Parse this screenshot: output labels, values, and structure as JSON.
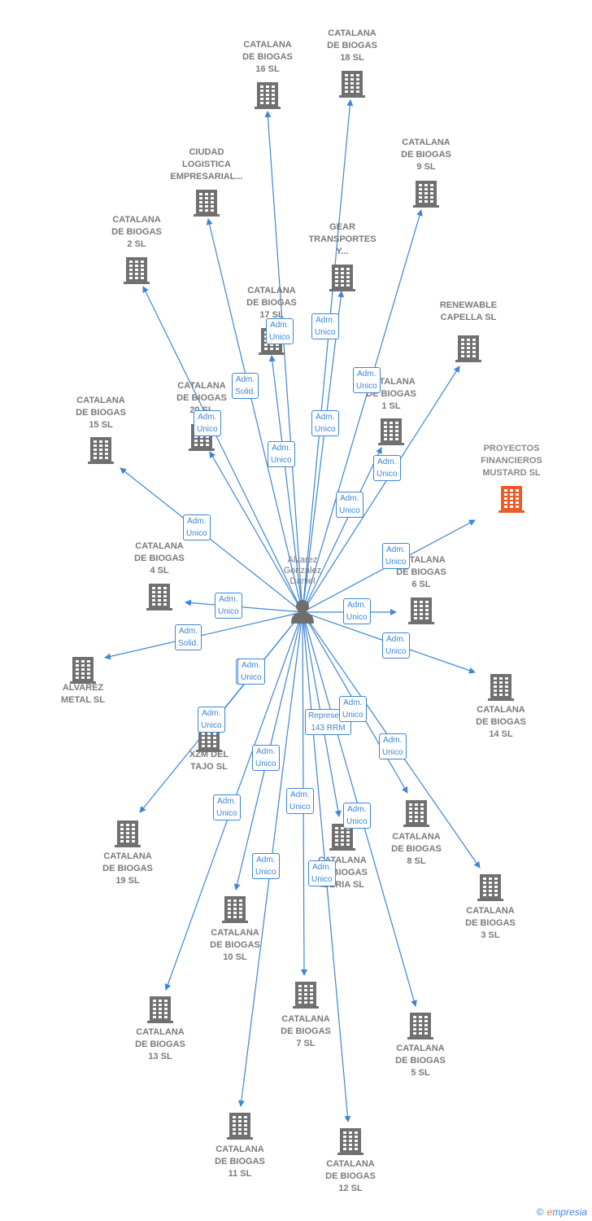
{
  "person": {
    "name": "Alvarez\nGonzalez\nDaniel"
  },
  "companies": [
    {
      "id": "c16",
      "label": "CATALANA\nDE BIOGAS\n16  SL"
    },
    {
      "id": "c18",
      "label": "CATALANA\nDE BIOGAS\n18  SL"
    },
    {
      "id": "c9",
      "label": "CATALANA\nDE BIOGAS\n9  SL"
    },
    {
      "id": "ciudad",
      "label": "CIUDAD\nLOGISTICA\nEMPRESARIAL..."
    },
    {
      "id": "c2",
      "label": "CATALANA\nDE BIOGAS\n2  SL"
    },
    {
      "id": "gear",
      "label": "GEAR\nTRANSPORTES\nY..."
    },
    {
      "id": "c17",
      "label": "CATALANA\nDE BIOGAS\n17  SL"
    },
    {
      "id": "renewable",
      "label": "RENEWABLE\nCAPELLA  SL"
    },
    {
      "id": "c20",
      "label": "CATALANA\nDE BIOGAS\n20  SL"
    },
    {
      "id": "c1",
      "label": "CATALANA\nDE BIOGAS\n1  SL"
    },
    {
      "id": "c15",
      "label": "CATALANA\nDE BIOGAS\n15  SL"
    },
    {
      "id": "proyectos",
      "label": "PROYECTOS\nFINANCIEROS\nMUSTARD  SL",
      "focus": true
    },
    {
      "id": "c4",
      "label": "CATALANA\nDE BIOGAS\n4  SL"
    },
    {
      "id": "c6",
      "label": "CATALANA\nDE BIOGAS\n6  SL"
    },
    {
      "id": "alvarez",
      "label": "ALVAREZ\nMETAL  SL"
    },
    {
      "id": "c14",
      "label": "CATALANA\nDE BIOGAS\n14  SL"
    },
    {
      "id": "xzm",
      "label": "XZM DEL\nTAJO SL"
    },
    {
      "id": "c8",
      "label": "CATALANA\nDE BIOGAS\n8  SL"
    },
    {
      "id": "iberia",
      "label": "CATALANA\nDE BIOGAS\nIBERIA  SL"
    },
    {
      "id": "c19",
      "label": "CATALANA\nDE BIOGAS\n19  SL"
    },
    {
      "id": "c3",
      "label": "CATALANA\nDE BIOGAS\n3  SL"
    },
    {
      "id": "c10",
      "label": "CATALANA\nDE BIOGAS\n10  SL"
    },
    {
      "id": "c7",
      "label": "CATALANA\nDE BIOGAS\n7  SL"
    },
    {
      "id": "c5",
      "label": "CATALANA\nDE BIOGAS\n5  SL"
    },
    {
      "id": "c13",
      "label": "CATALANA\nDE BIOGAS\n13  SL"
    },
    {
      "id": "c11",
      "label": "CATALANA\nDE BIOGAS\n11  SL"
    },
    {
      "id": "c12",
      "label": "CATALANA\nDE BIOGAS\n12  SL"
    }
  ],
  "roles": [
    {
      "target": "c16",
      "label": "Adm.\nUnico"
    },
    {
      "target": "c18",
      "label": "Adm.\nUnico"
    },
    {
      "target": "c9",
      "label": "Adm.\nUnico"
    },
    {
      "target": "ciudad",
      "label": "Adm.\nSolid."
    },
    {
      "target": "c2",
      "label": "Adm.\nUnico"
    },
    {
      "target": "gear",
      "label": "Adm.\nUnico"
    },
    {
      "target": "c17",
      "label": "Adm.\nUnico"
    },
    {
      "target": "renewable",
      "label": "Adm.\nUnico"
    },
    {
      "target": "c20",
      "label": "Adm.\nUnico"
    },
    {
      "target": "c1",
      "label": "Adm.\nUnico"
    },
    {
      "target": "c15",
      "label": "Adm.\nUnico"
    },
    {
      "target": "proyectos",
      "label": "Adm.\nUnico"
    },
    {
      "target": "c4",
      "label": "Adm.\nUnico"
    },
    {
      "target": "c6",
      "label": "Adm.\nUnico"
    },
    {
      "target": "alvarez",
      "label": "Adm.\nSolid."
    },
    {
      "target": "c14",
      "label": "Adm.\nUnico"
    },
    {
      "target": "xzm",
      "label": "Adm.\nUnico"
    },
    {
      "target": "c8",
      "label": "Adm.\nUnico"
    },
    {
      "target": "iberia",
      "label": "Represent.\n143 RRM"
    },
    {
      "target": "c19",
      "label": "Adm.\nUnico"
    },
    {
      "target": "c3",
      "label": "Adm.\nUnico"
    },
    {
      "target": "c10",
      "label": "Adm.\nUnico"
    },
    {
      "target": "c7",
      "label": "Adm.\nUnico"
    },
    {
      "target": "c5",
      "label": "Adm.\nUnico"
    },
    {
      "target": "c13",
      "label": "Adm.\nUnico"
    },
    {
      "target": "c11",
      "label": "Adm.\nUnico"
    },
    {
      "target": "c12",
      "label": "Adm.\nUnico"
    },
    {
      "target": "xzm",
      "label": "Adm.\nUnico"
    },
    {
      "target": "iberia",
      "label": "Adm.\nUnico"
    }
  ],
  "colors": {
    "link": "#3d86d6",
    "building": "#707070",
    "focus_building": "#f05a28",
    "person": "#6e6e6e"
  },
  "brand": {
    "copyright": "©",
    "initial": "e",
    "name": "mpresia"
  }
}
